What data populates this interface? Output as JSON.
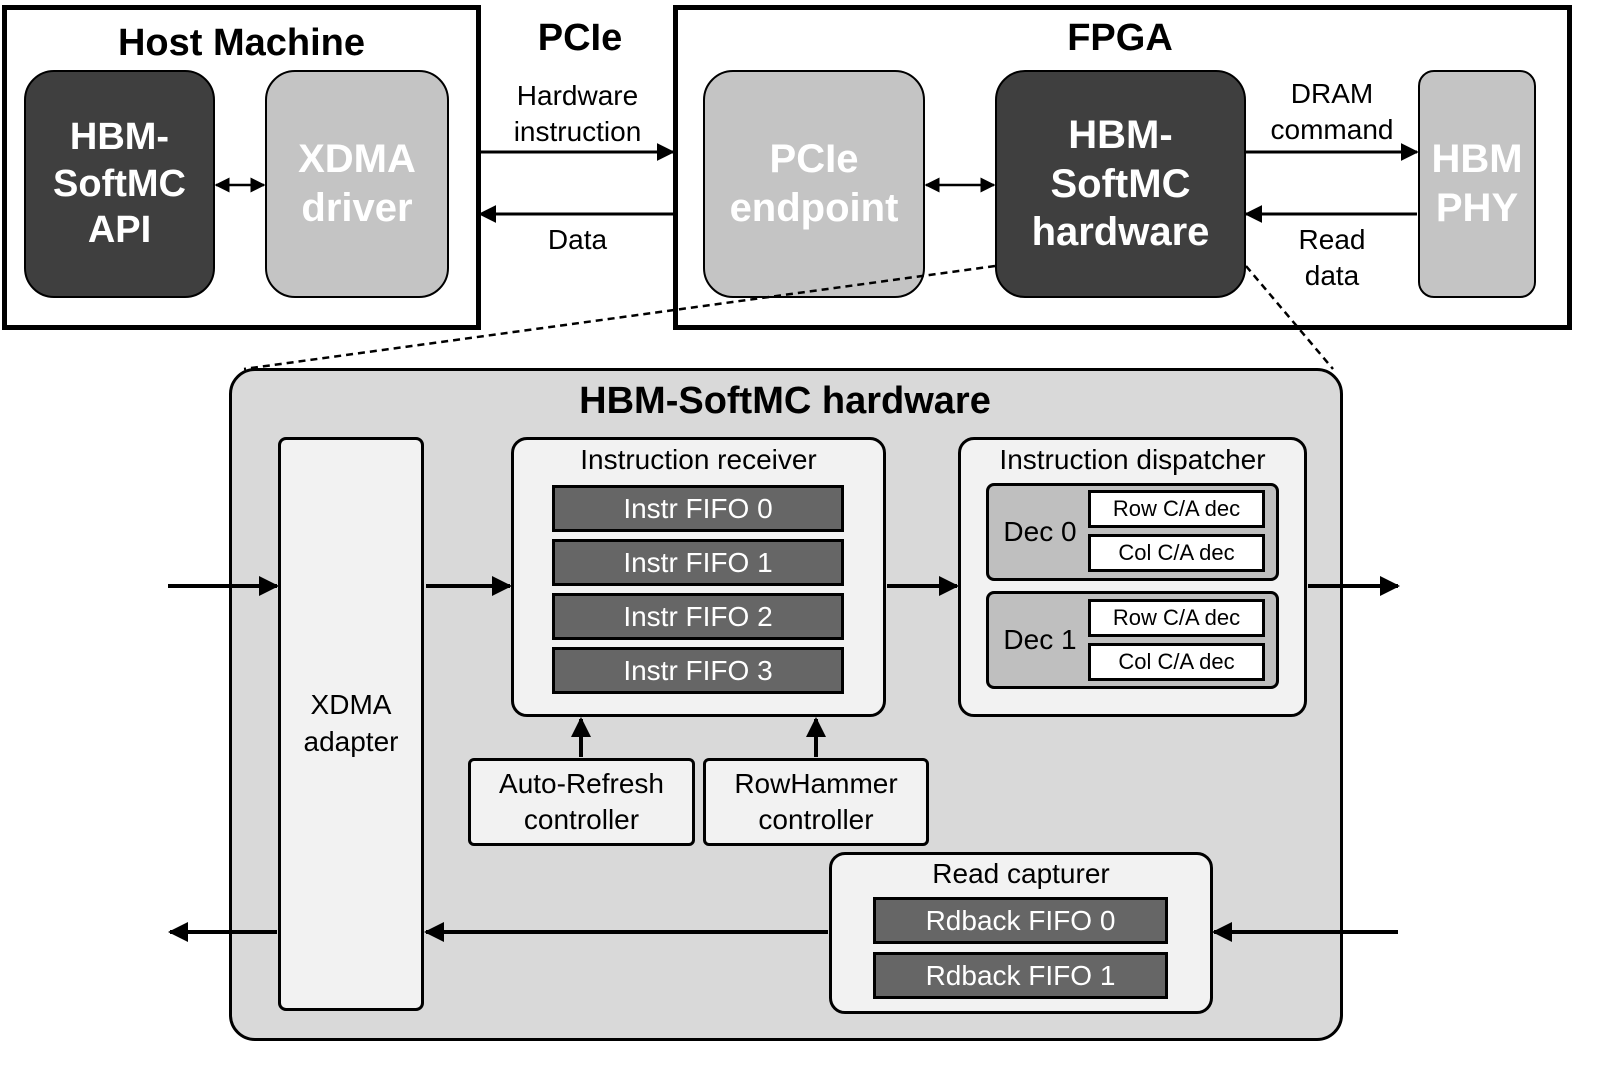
{
  "host": {
    "title": "Host Machine",
    "api_l1": "HBM-",
    "api_l2": "SoftMC",
    "api_l3": "API",
    "xdma_l1": "XDMA",
    "xdma_l2": "driver"
  },
  "pcie": {
    "title": "PCIe",
    "hw_instr_l1": "Hardware",
    "hw_instr_l2": "instruction",
    "data": "Data"
  },
  "fpga": {
    "title": "FPGA",
    "endpoint_l1": "PCIe",
    "endpoint_l2": "endpoint",
    "hw_l1": "HBM-",
    "hw_l2": "SoftMC",
    "hw_l3": "hardware",
    "dram_cmd_l1": "DRAM",
    "dram_cmd_l2": "command",
    "read_data_l1": "Read",
    "read_data_l2": "data",
    "phy_l1": "HBM",
    "phy_l2": "PHY"
  },
  "detail": {
    "title": "HBM-SoftMC hardware",
    "xdma_adapter_l1": "XDMA",
    "xdma_adapter_l2": "adapter",
    "receiver": {
      "title": "Instruction receiver",
      "fifos": [
        "Instr FIFO 0",
        "Instr FIFO 1",
        "Instr FIFO 2",
        "Instr FIFO 3"
      ]
    },
    "dispatcher": {
      "title": "Instruction dispatcher",
      "dec0": "Dec  0",
      "dec1": "Dec  1",
      "row_ca": "Row C/A dec",
      "col_ca": "Col  C/A dec"
    },
    "auto_refresh_l1": "Auto-Refresh",
    "auto_refresh_l2": "controller",
    "rowhammer_l1": "RowHammer",
    "rowhammer_l2": "controller",
    "capturer": {
      "title": "Read  capturer",
      "fifos": [
        "Rdback FIFO 0",
        "Rdback FIFO 1"
      ]
    }
  }
}
